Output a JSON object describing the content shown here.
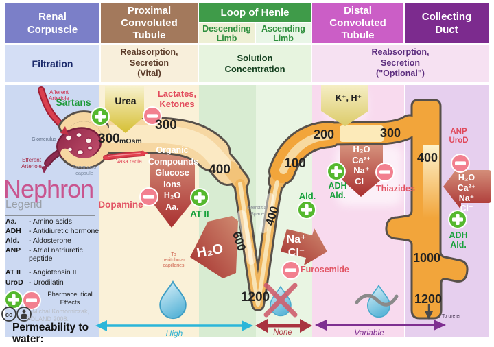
{
  "title": "Nephron",
  "headers": {
    "renal": "Renal\nCorpuscle",
    "proximal": "Proximal\nConvoluted\nTubule",
    "loop": "Loop of Henle",
    "descending": "Descending\nLimb",
    "ascending": "Ascending\nLimb",
    "distal": "Distal\nConvoluted\nTubule",
    "collecting": "Collecting\nDuct"
  },
  "functions": {
    "filtration": "Filtration",
    "proximal": "Reabsorption,\nSecretion\n(Vital)",
    "loop": "Solution\nConcentration",
    "distal": "Reabsorption,\nSecretion\n(\"Optional\")"
  },
  "corpuscle": {
    "afferent": "Afferent\nArteriole",
    "glomerulus": "Glomerulus",
    "efferent": "Efferent\nArteriole",
    "bowmans": "Bowman's\ncapsule",
    "vasa_recta": "Vasa recta"
  },
  "labels": {
    "sartans": "Sartans",
    "urea": "Urea",
    "lactates": "Lactates,\nKetones",
    "dopamine": "Dopamine",
    "at2": "AT II",
    "ald": "Ald.",
    "adh_ald_distal": "ADH\nAld.",
    "thiazides": "Thiazides",
    "furosemide": "Furosemide",
    "anp_urod": "ANP\nUroD",
    "adh_ald_collecting": "ADH\nAld.",
    "k_h": "K⁺, H⁺",
    "interstitial": "Interstitial\nSpace",
    "to_peritubular": "To\nperitubular\ncapillaries",
    "to_ureter": "To ureter"
  },
  "arrows": {
    "organic": "Organic\nCompounds\nGlucose\nIons\nH₂O\nAa.",
    "h2o_descending": "H₂O",
    "nacl_ascending": "Na⁺\nCl⁻",
    "distal_pump": "H₂O\nCa²⁺\nNa⁺\nCl⁻",
    "collecting_pump": "H₂O\nCa²⁺\nNa⁺\nCl⁻"
  },
  "concentrations": {
    "osm300": "300",
    "osm_unit": "mOsm",
    "c300_proximal": "300",
    "c400_desc_bend": "400",
    "c600_desc": "600",
    "c1200_loop": "1200",
    "c100_asc": "100",
    "c400_asc": "400",
    "c200_distal": "200",
    "c300_distal": "300",
    "c400_duct": "400",
    "c1000_duct": "1000",
    "c1200_duct": "1200"
  },
  "legend": {
    "title": "Legend",
    "items": [
      {
        "abbr": "Aa.",
        "def": "- Amino acids"
      },
      {
        "abbr": "ADH",
        "def": "- Antidiuretic hormone"
      },
      {
        "abbr": "Ald.",
        "def": "- Aldosterone"
      },
      {
        "abbr": "ANP",
        "def": "- Atrial natriuretic peptide"
      },
      {
        "abbr": "AT II",
        "def": "- Angiotensin II"
      },
      {
        "abbr": "UroD",
        "def": "- Urodilatin"
      }
    ],
    "pharma": "Pharmaceutical\nEffects",
    "credit1": "Michał Komorniczak,",
    "credit2": "POLAND 2008.",
    "permeability": "Permeability to\nwater:"
  },
  "permeability": {
    "high": "High",
    "none": "None",
    "variable": "Variable"
  },
  "colors": {
    "header_renal": "#7b7fc8",
    "header_proximal": "#a3795c",
    "header_loop": "#3f9b49",
    "header_distal": "#cb5ec6",
    "header_collecting": "#7c2b8e",
    "tube_orange": "#f2a53b",
    "tube_tan": "#f6d7a2",
    "plus_green": "#55b82e",
    "minus_red": "#f2808f",
    "high_cyan": "#2bb0d4",
    "none_red": "#a93340",
    "variable_purple": "#7e2f90"
  }
}
